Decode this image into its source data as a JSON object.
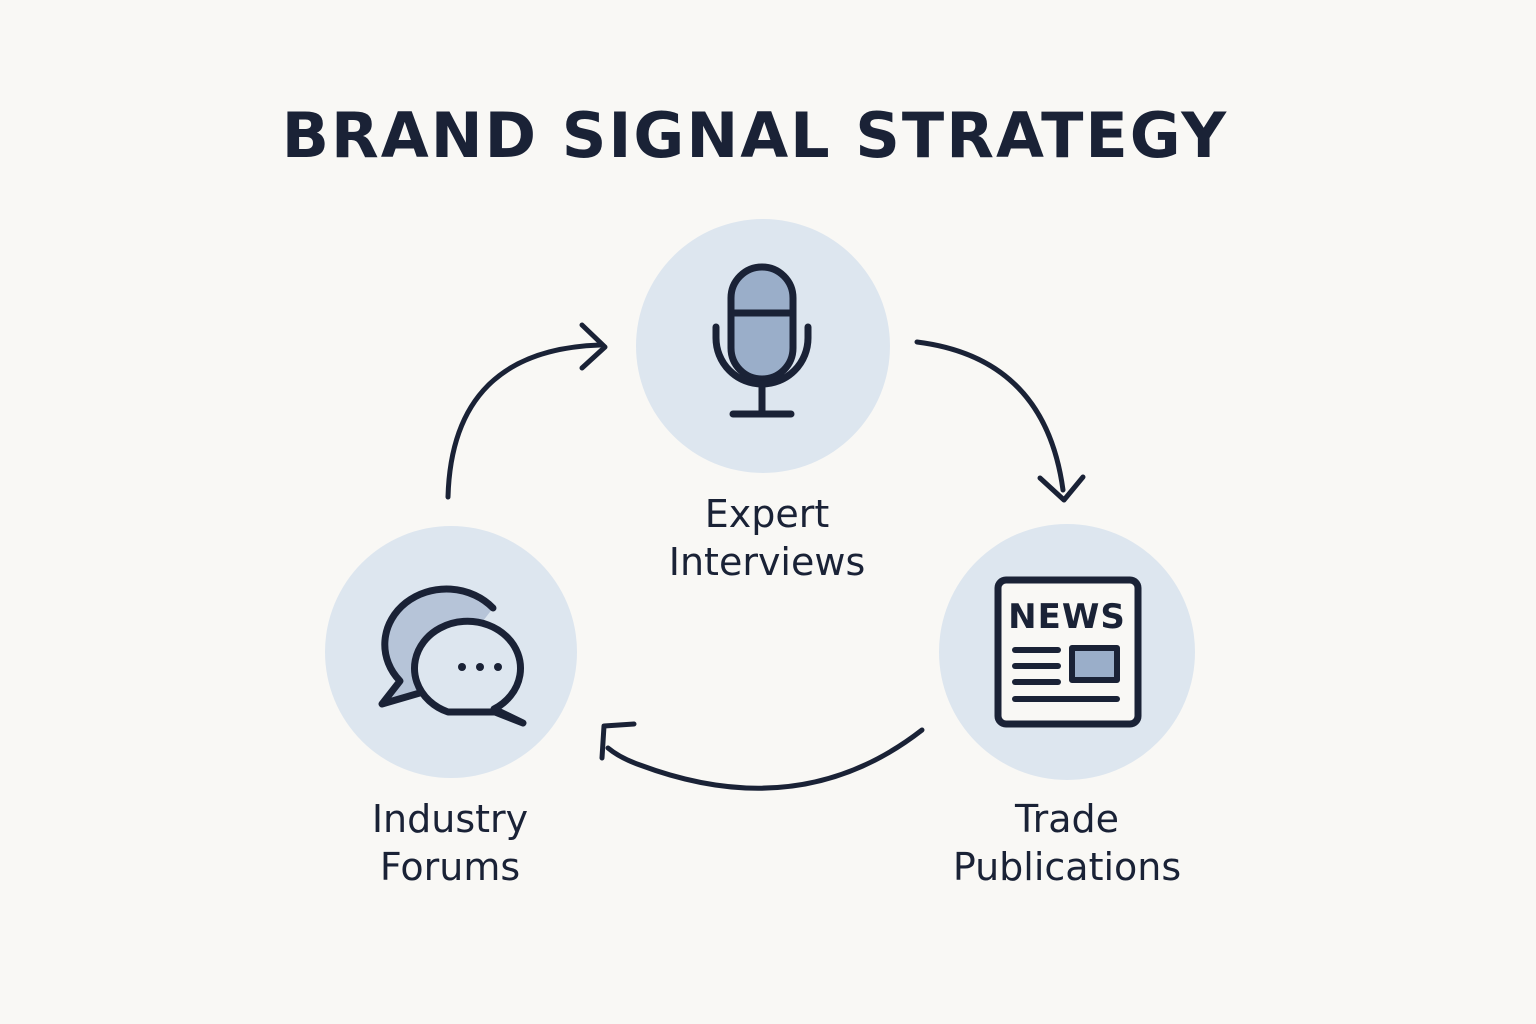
{
  "title": "BRAND SIGNAL STRATEGY",
  "nodes": {
    "expert": {
      "line1": "Expert",
      "line2": "Interviews",
      "icon": "microphone-icon"
    },
    "trade": {
      "line1": "Trade",
      "line2": "Publications",
      "icon": "newspaper-icon",
      "icon_text": "NEWS"
    },
    "forums": {
      "line1": "Industry",
      "line2": "Forums",
      "icon": "chat-bubbles-icon"
    }
  },
  "colors": {
    "background": "#f9f8f5",
    "circle_fill": "#dde6ef",
    "icon_fill": "#9aaec9",
    "icon_fill_light": "#b6c4d8",
    "ink": "#1a2236"
  },
  "cycle_order": [
    "expert",
    "trade",
    "forums"
  ]
}
